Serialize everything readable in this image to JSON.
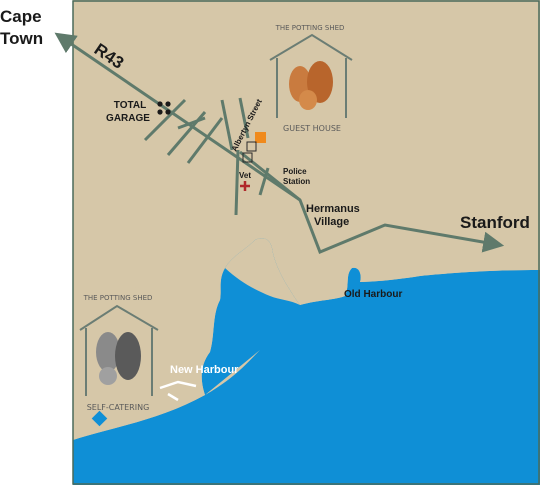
{
  "places": {
    "cape_town_line1": "Cape",
    "cape_town_line2": "Town",
    "stanford": "Stanford",
    "hermanus_line1": "Hermanus",
    "hermanus_line2": "Village",
    "old_harbour": "Old Harbour",
    "new_harbour": "New Harbour"
  },
  "roads": {
    "r43": "R43",
    "albertyn_street": "Albertyn Street"
  },
  "landmarks": {
    "garage_line1": "TOTAL",
    "garage_line2": "GARAGE",
    "police_line1": "Police",
    "police_line2": "Station",
    "vet": "Vet"
  },
  "logos": {
    "guest_house_top": "THE POTTING SHED",
    "guest_house_bottom": "GUEST HOUSE",
    "self_catering_top": "THE POTTING SHED",
    "self_catering_bottom": "SELF-CATERING"
  },
  "colors": {
    "land": "#d6c7a8",
    "sea": "#0f8fd6",
    "road": "#5f7a6b",
    "guest_house_marker": "#f08a1c",
    "vet_cross": "#b0282b",
    "self_catering_marker": "#0f8fd6"
  }
}
